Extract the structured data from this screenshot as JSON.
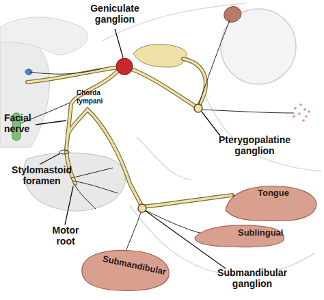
{
  "diagram": {
    "nodes": [
      {
        "text": [
          "Tongue"
        ]
      },
      {
        "text": [
          "Sublingual"
        ]
      },
      {
        "text": [
          "Submandibular"
        ]
      }
    ],
    "labels": [
      "Geniculate ganglion",
      "Chorda tympani",
      "Pterygopalatine ganglion",
      "Facial nerve",
      "Stylomastoid foramen",
      "Motor root",
      "Submandibular ganglion"
    ]
  }
}
